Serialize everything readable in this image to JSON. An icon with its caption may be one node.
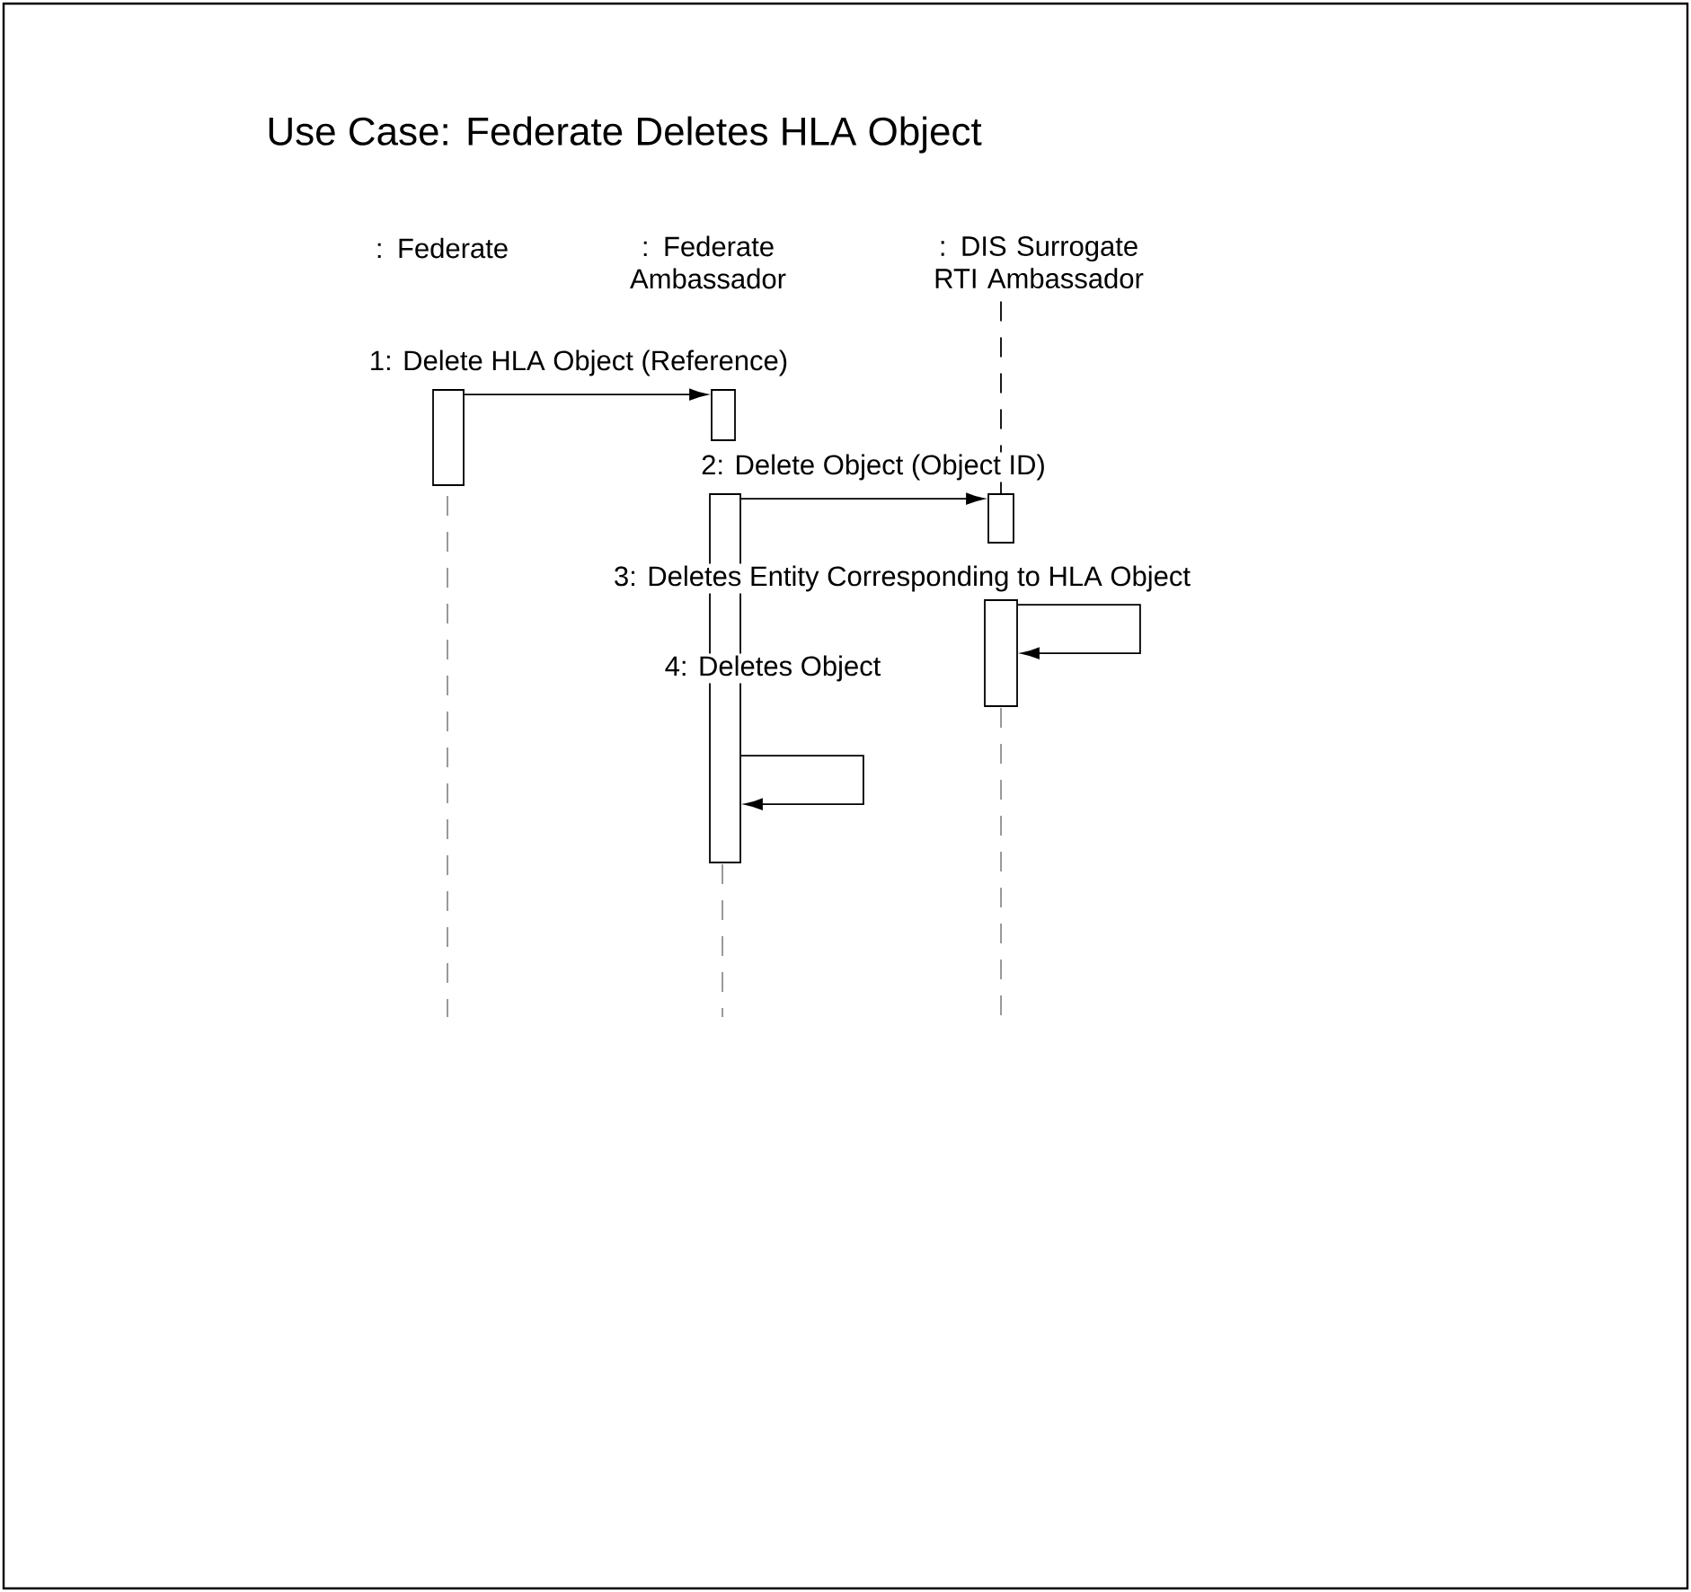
{
  "diagram": {
    "title": "Use Case:  Federate Deletes HLA Object",
    "nodes": [
      {
        "text": [
          ": Federate"
        ]
      },
      {
        "text": [
          ": Federate Ambassador"
        ]
      },
      {
        "text": [
          ": DIS Surrogate RTI Ambassador"
        ]
      },
      {
        "text": [],
        "shape": "bar"
      },
      {
        "text": [],
        "shape": "bar"
      },
      {
        "text": [],
        "shape": "bar"
      },
      {
        "text": [],
        "shape": "bar"
      },
      {
        "text": [],
        "shape": "bar"
      }
    ],
    "edges": [
      {
        "from": 3,
        "to": 4,
        "arrow": "to",
        "label": "1: Delete HLA Object (Reference)"
      },
      {
        "from": 5,
        "to": 6,
        "arrow": "to",
        "label": "2: Delete Object (Object ID)"
      },
      {
        "from": 7,
        "to": 7,
        "arrow": "to",
        "label": "3: Deletes Entity Corresponding to HLA Object"
      },
      {
        "from": 5,
        "to": 5,
        "arrow": "to",
        "label": "4: Deletes Object"
      },
      {
        "from": 2,
        "to": 6,
        "arrow": "none",
        "style": "dashed"
      }
    ]
  }
}
